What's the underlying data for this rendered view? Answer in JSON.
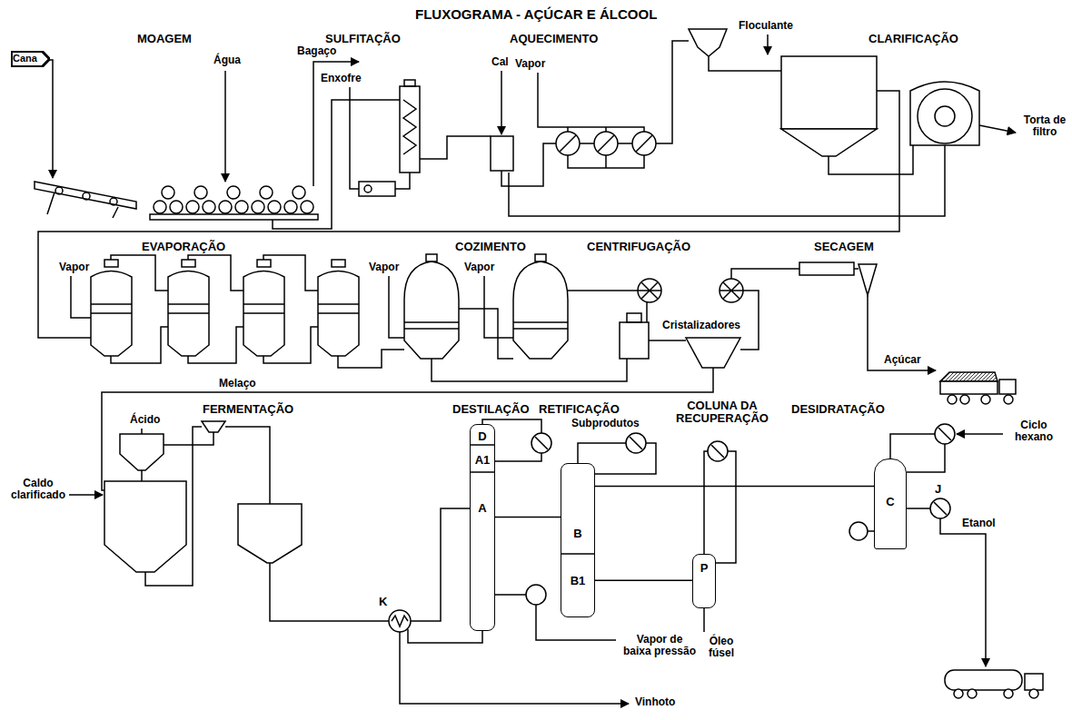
{
  "diagram": {
    "title": "FLUXOGRAMA - AÇÚCAR E ÁLCOOL",
    "nodes": [
      {
        "text": [
          "Cana"
        ]
      },
      {
        "text": [
          "D",
          "A1",
          "A"
        ]
      },
      {
        "text": [
          "B",
          "B1"
        ]
      },
      {
        "text": [
          "P"
        ]
      },
      {
        "text": [
          "C"
        ]
      }
    ],
    "edges": [
      {
        "from": 1,
        "to": 2,
        "arrow": "none"
      },
      {
        "from": 2,
        "to": 3,
        "arrow": "none"
      },
      {
        "from": 2,
        "to": 4,
        "arrow": "none"
      }
    ],
    "labels": [
      "MOAGEM",
      "SULFITAÇÃO",
      "AQUECIMENTO",
      "CLARIFICAÇÃO",
      "Água",
      "Bagaço",
      "Enxofre",
      "Cal",
      "Vapor",
      "Floculante",
      "Torta de filtro",
      "EVAPORAÇÃO",
      "COZIMENTO",
      "CENTRIFUGAÇÃO",
      "SECAGEM",
      "Vapor",
      "Vapor",
      "Vapor",
      "Cristalizadores",
      "Açúcar",
      "Melaço",
      "FERMENTAÇÃO",
      "DESTILAÇÃO",
      "RETIFICAÇÃO",
      "COLUNA DA RECUPERAÇÃO",
      "DESIDRATAÇÃO",
      "Ácido",
      "Caldo clarificado",
      "Subprodutos",
      "Ciclo hexano",
      "K",
      "Vapor de baixa pressão",
      "Óleo fúsel",
      "J",
      "Etanol",
      "Vinhoto"
    ]
  }
}
